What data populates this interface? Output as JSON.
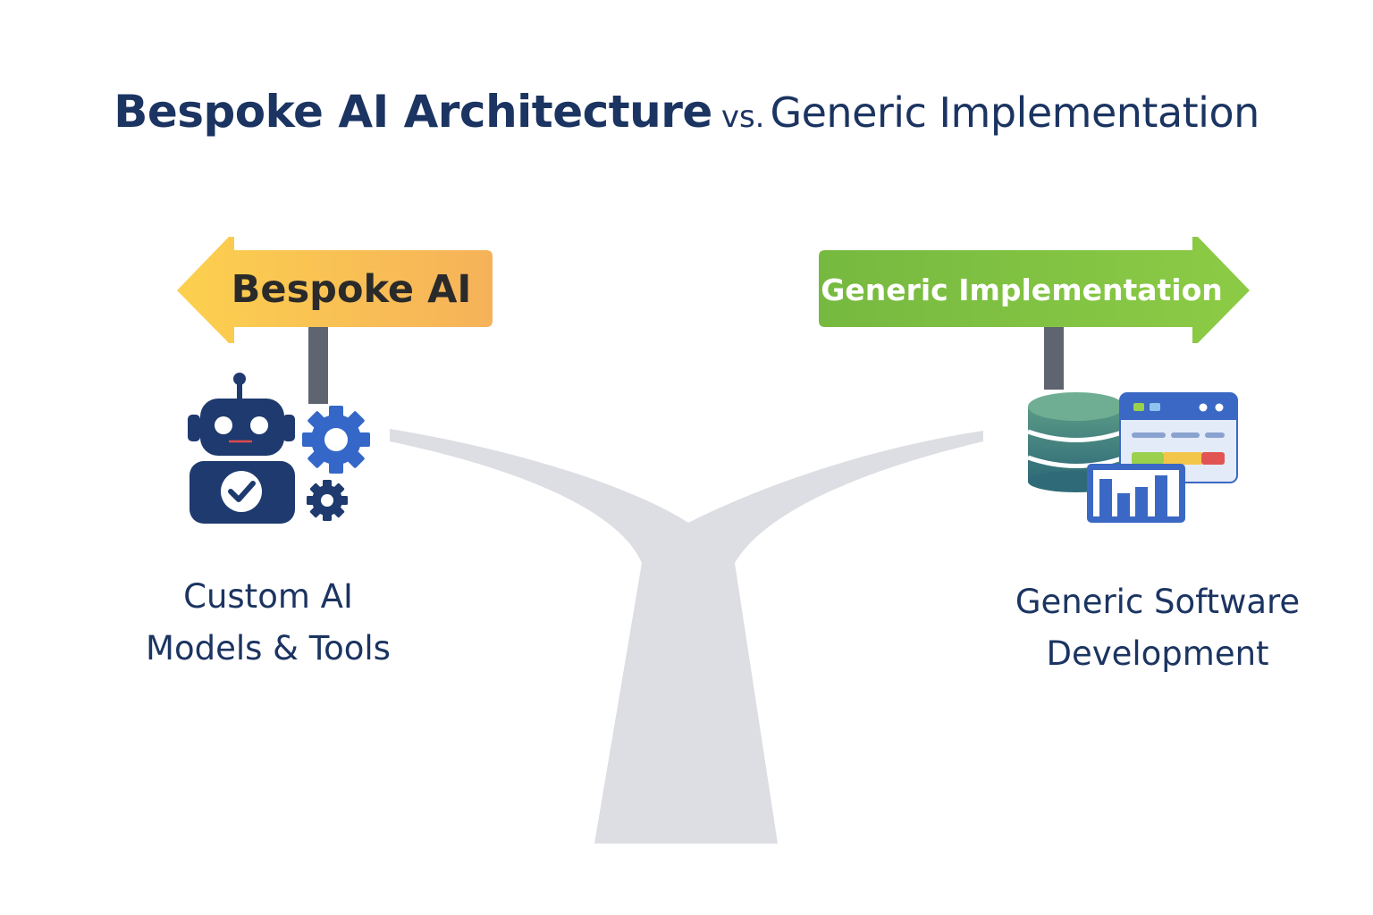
{
  "title": {
    "main": "Bespoke AI Architecture",
    "vs": "vs.",
    "sub": "Generic Implementation"
  },
  "left": {
    "sign_label": "Bespoke AI",
    "caption_line1": "Custom AI",
    "caption_line2": "Models & Tools",
    "sign_color": "#f8b84a",
    "icons": [
      "robot-icon",
      "gear-icon",
      "small-gear-icon"
    ]
  },
  "right": {
    "sign_label": "Generic Implementation",
    "caption_line1": "Generic Software",
    "caption_line2": "Development",
    "sign_color": "#7bc043",
    "icons": [
      "database-icon",
      "browser-window-icon",
      "bar-chart-icon"
    ]
  },
  "colors": {
    "title": "#1b3461",
    "road": "#dcdee3",
    "post": "#5e6470",
    "robot": "#1e3a6e",
    "gear": "#3567c8"
  }
}
